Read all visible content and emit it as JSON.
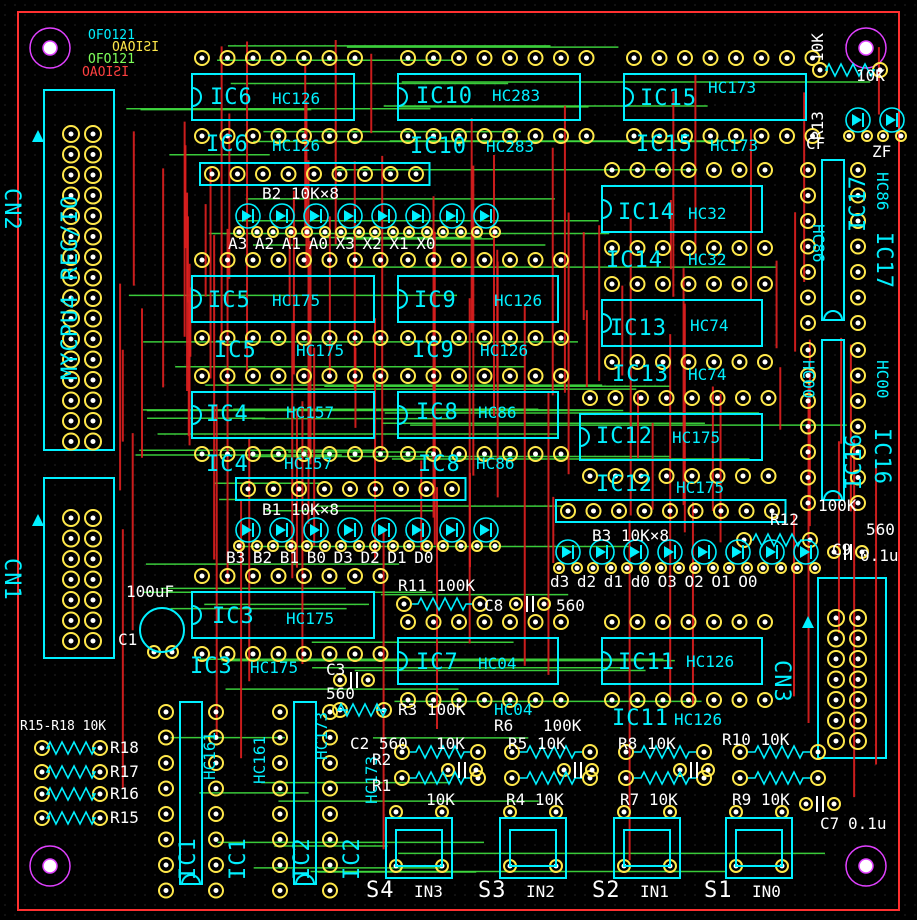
{
  "colors": {
    "background": "#000000",
    "board_outline": "#ff3030",
    "silkscreen": "#00f0ff",
    "ref_text": "#ffffff",
    "copper_top": "#e02020",
    "copper_bottom": "#40e040",
    "via_ring": "#ffe84a",
    "marker": "#e040ff"
  },
  "title_marks": {
    "line1": "OFO121",
    "line2": "ISIOAO",
    "line3": "OFO121",
    "line4": "ISIOAO"
  },
  "board_title": "MYCPU4 REG/IO",
  "connectors": {
    "cn2": "CN2",
    "cn1": "CN1",
    "cn3": "CN3"
  },
  "ics": {
    "ic6": {
      "ref": "IC6",
      "part": "HC126"
    },
    "ic10": {
      "ref": "IC10",
      "part": "HC283"
    },
    "ic15": {
      "ref": "IC15",
      "part": "HC173"
    },
    "ic14": {
      "ref": "IC14",
      "part": "HC32"
    },
    "ic17": {
      "ref": "IC17",
      "part": "HC86"
    },
    "ic5": {
      "ref": "IC5",
      "part": "HC175"
    },
    "ic9": {
      "ref": "IC9",
      "part": "HC126"
    },
    "ic13": {
      "ref": "IC13",
      "part": "HC74"
    },
    "ic4": {
      "ref": "IC4",
      "part": "HC157"
    },
    "ic8": {
      "ref": "IC8",
      "part": "HC86"
    },
    "ic12": {
      "ref": "IC12",
      "part": "HC175"
    },
    "ic16": {
      "ref": "IC16",
      "part": "HC00"
    },
    "ic3": {
      "ref": "IC3",
      "part": "HC175"
    },
    "ic7": {
      "ref": "IC7",
      "part": "HC04"
    },
    "ic11": {
      "ref": "IC11",
      "part": "HC126"
    },
    "ic1": {
      "ref": "IC1",
      "part": "HC161"
    },
    "ic2": {
      "ref": "IC2",
      "part": "HC173"
    }
  },
  "resistor_arrays": {
    "b2": "B2 10K×8",
    "b1": "B1 10K×8",
    "b3": "B3 10K×8"
  },
  "led_labels": {
    "row_top": "A3 A2 A1 A0 X3 X2 X1 X0",
    "row_mid": "B3 B2 B1 B0 D3 D2 D1 D0",
    "row_right": "d3 d2 d1 d0 O3 O2 O1 O0"
  },
  "passives": {
    "r13": "R13",
    "r13_val": "10K",
    "r14_val": "10K",
    "cf": "CF",
    "zf": "ZF",
    "r12": "R12",
    "r12_val": "100K",
    "c9": "C9",
    "c9_val": "560",
    "c9_val2": "0.1u",
    "c1": "C1",
    "c1_val": "100uF",
    "r11": "R11 100K",
    "c8": "C8",
    "c8_val": "560",
    "c3": "C3",
    "c3_val": "560",
    "r3": "R3 100K",
    "r6": "R6 100K",
    "c2": "C2 560",
    "r2": "R2",
    "r1": "R1",
    "r1_val": "10K",
    "r2_val": "10K",
    "r5": "R5 10K",
    "r4": "R4 10K",
    "r8": "R8 10K",
    "r7": "R7 10K",
    "r10": "R10 10K",
    "r9": "R9 10K",
    "c7": "C7",
    "c7_val": "0.1u",
    "r15_r18": "R15-R18 10K",
    "r18": "R18",
    "r17": "R17",
    "r16": "R16",
    "r15": "R15"
  },
  "switches": {
    "s4": "S4",
    "in3": "IN3",
    "s3": "S3",
    "in2": "IN2",
    "s2": "S2",
    "in1": "IN1",
    "s1": "S1",
    "in0": "IN0"
  }
}
